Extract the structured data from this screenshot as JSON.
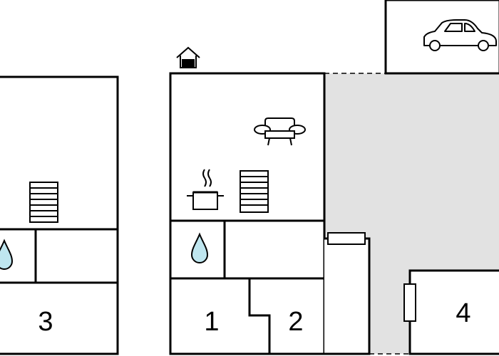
{
  "floorplan": {
    "rooms": [
      {
        "id": "bedroom-1",
        "label": "1"
      },
      {
        "id": "bedroom-2",
        "label": "2"
      },
      {
        "id": "bedroom-3",
        "label": "3"
      },
      {
        "id": "bedroom-4",
        "label": "4"
      }
    ],
    "icons": [
      "entrance-icon",
      "car-icon",
      "sofa-icon",
      "cooking-pot-icon",
      "stairs-icon",
      "water-drop-icon"
    ],
    "colors": {
      "walls": "#000000",
      "terrace": "#e2e2e2",
      "water": "#bfe6ef",
      "background": "#ffffff"
    }
  }
}
